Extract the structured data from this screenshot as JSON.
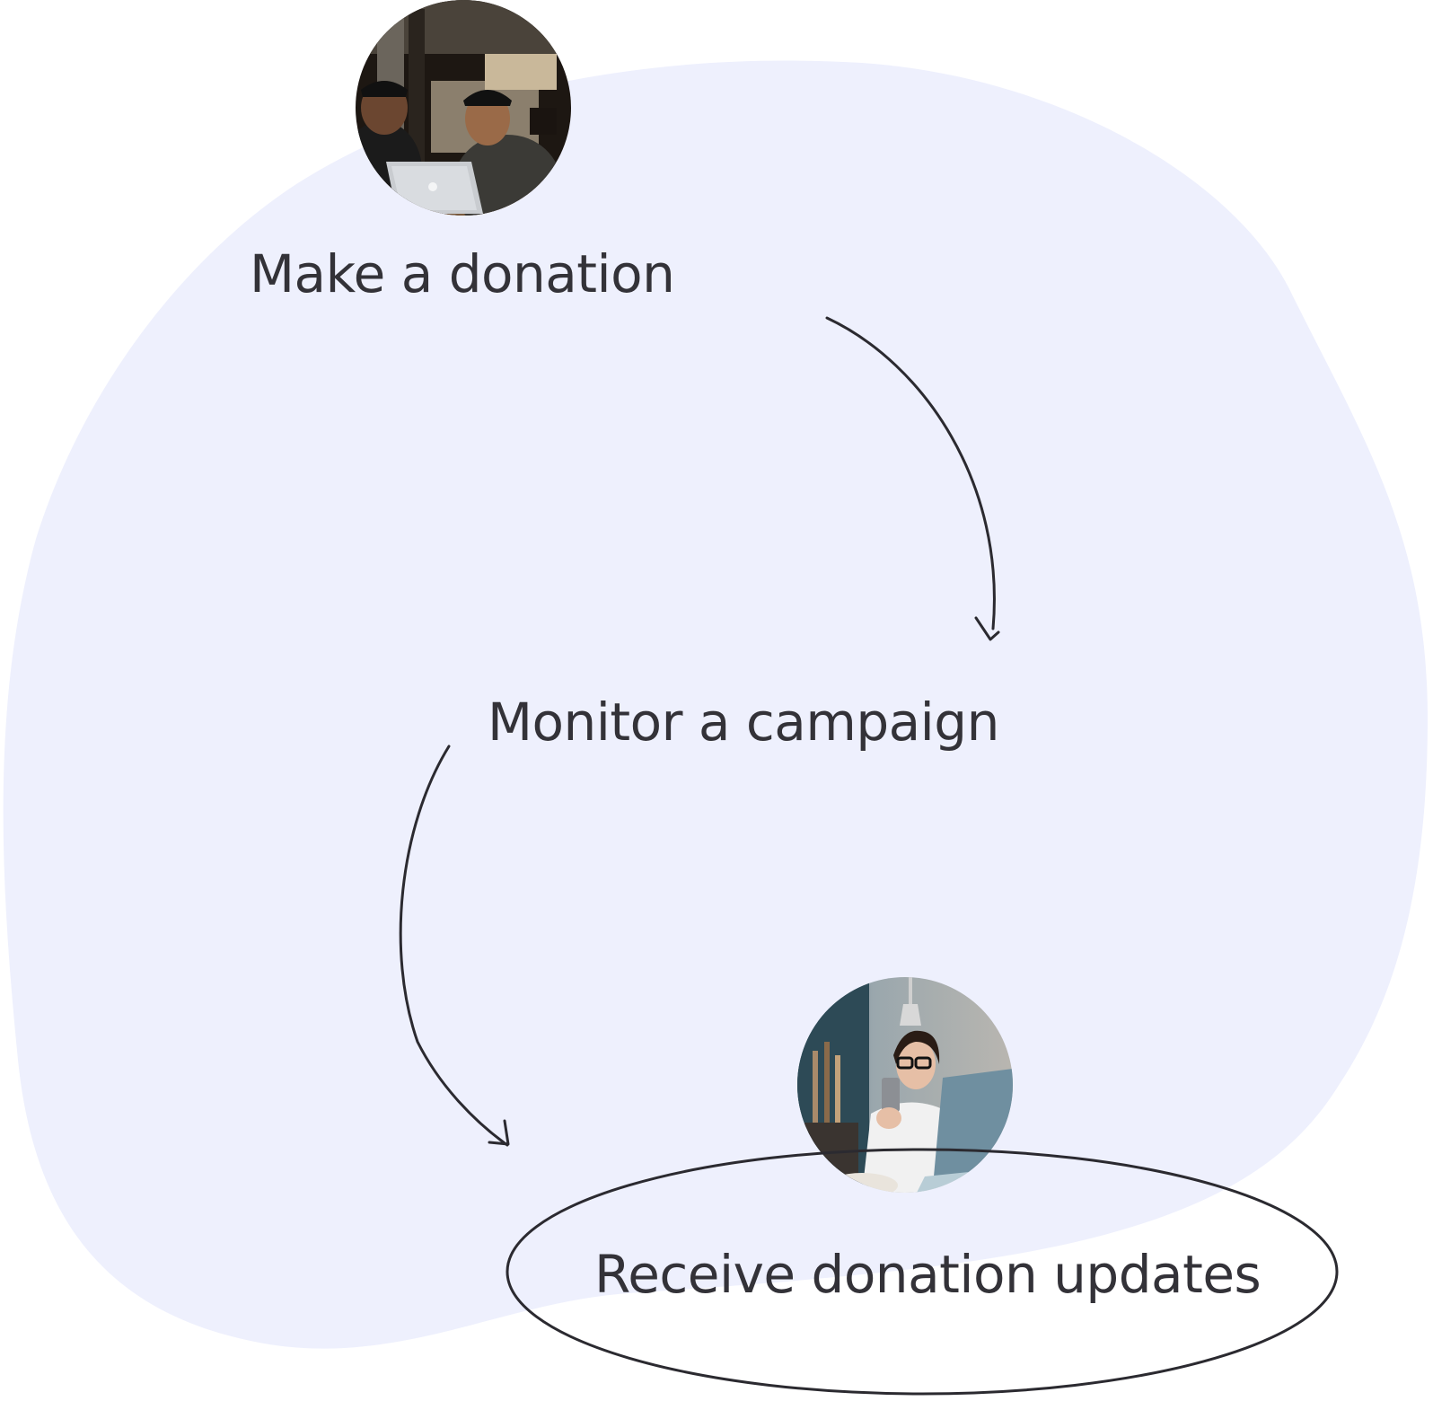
{
  "colors": {
    "background": "#ffffff",
    "blob": "#eef0fd",
    "ink": "#2b2a30",
    "text": "#333238"
  },
  "steps": [
    {
      "label": "Make a donation",
      "photo": "two-men-with-laptop-photo"
    },
    {
      "label": "Monitor a campaign"
    },
    {
      "label": "Receive donation updates",
      "photo": "woman-with-phone-photo",
      "highlighted": true
    }
  ]
}
